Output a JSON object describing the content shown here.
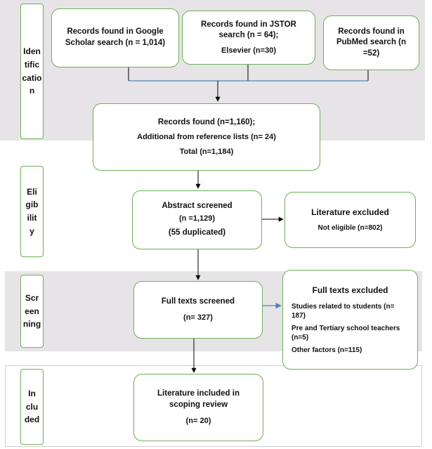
{
  "colors": {
    "band_gray": "#e6e4e6",
    "box_border": "#6fae57",
    "connector_blue": "#4f81bd",
    "arrow_black": "#000000"
  },
  "phases": {
    "identification": "Iden\ntific\ncatio\nn",
    "eligibility": "Eli\ngib\nilit\ny",
    "screening": "Scr\neen\nning",
    "included": "In\nclu\nded"
  },
  "boxes": {
    "google": [
      "Records found in Google",
      "Scholar search (n = 1,014)"
    ],
    "jstor": [
      "Records found in JSTOR",
      "search (n = 64);",
      "Elsevier (n=30)"
    ],
    "pubmed": [
      "Records found in",
      "PubMed search (n",
      "=52)"
    ],
    "records": [
      "Records found (n=1,160);",
      "Additional from reference lists (n= 24)",
      "Total (n=1,184)"
    ],
    "abstract": [
      "Abstract  screened",
      "(n =1,129)",
      "(55 duplicated)"
    ],
    "literature_excluded": [
      "Literature excluded",
      "Not eligible (n=802)"
    ],
    "fulltext": [
      "Full texts screened",
      "(n= 327)"
    ],
    "fulltext_excluded": {
      "title": "Full texts excluded",
      "items": [
        "Studies related to students (n= 187)",
        "Pre and Tertiary school teachers (n=5)",
        "Other factors (n=115)"
      ]
    },
    "included": [
      "Literature included in",
      "scoping review",
      "(n= 20)"
    ]
  }
}
